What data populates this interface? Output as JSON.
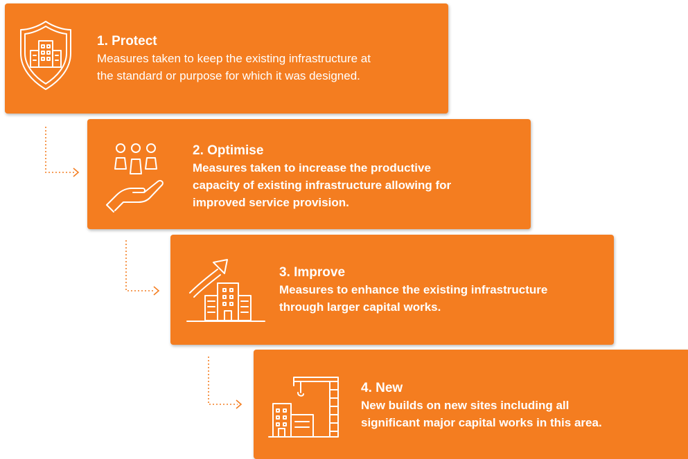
{
  "steps": [
    {
      "title": "1. Protect",
      "description_lines": [
        "Measures taken to keep the existing infrastructure at",
        "the standard or purpose for which it was designed."
      ],
      "icon": "shield-building-icon"
    },
    {
      "title": "2. Optimise",
      "description_lines": [
        "Measures taken to increase the productive",
        "capacity of existing infrastructure allowing for",
        "improved service provision."
      ],
      "icon": "people-hand-icon"
    },
    {
      "title": "3. Improve",
      "description_lines": [
        "Measures to enhance the existing infrastructure",
        "through larger capital works."
      ],
      "icon": "buildings-growth-arrow-icon"
    },
    {
      "title": "4. New",
      "description_lines": [
        "New builds on new sites including all",
        "significant major capital works in this area."
      ],
      "icon": "crane-building-icon"
    }
  ],
  "colors": {
    "box": "#F47D20",
    "text": "#FFFFFF",
    "connector": "#F47D20"
  }
}
